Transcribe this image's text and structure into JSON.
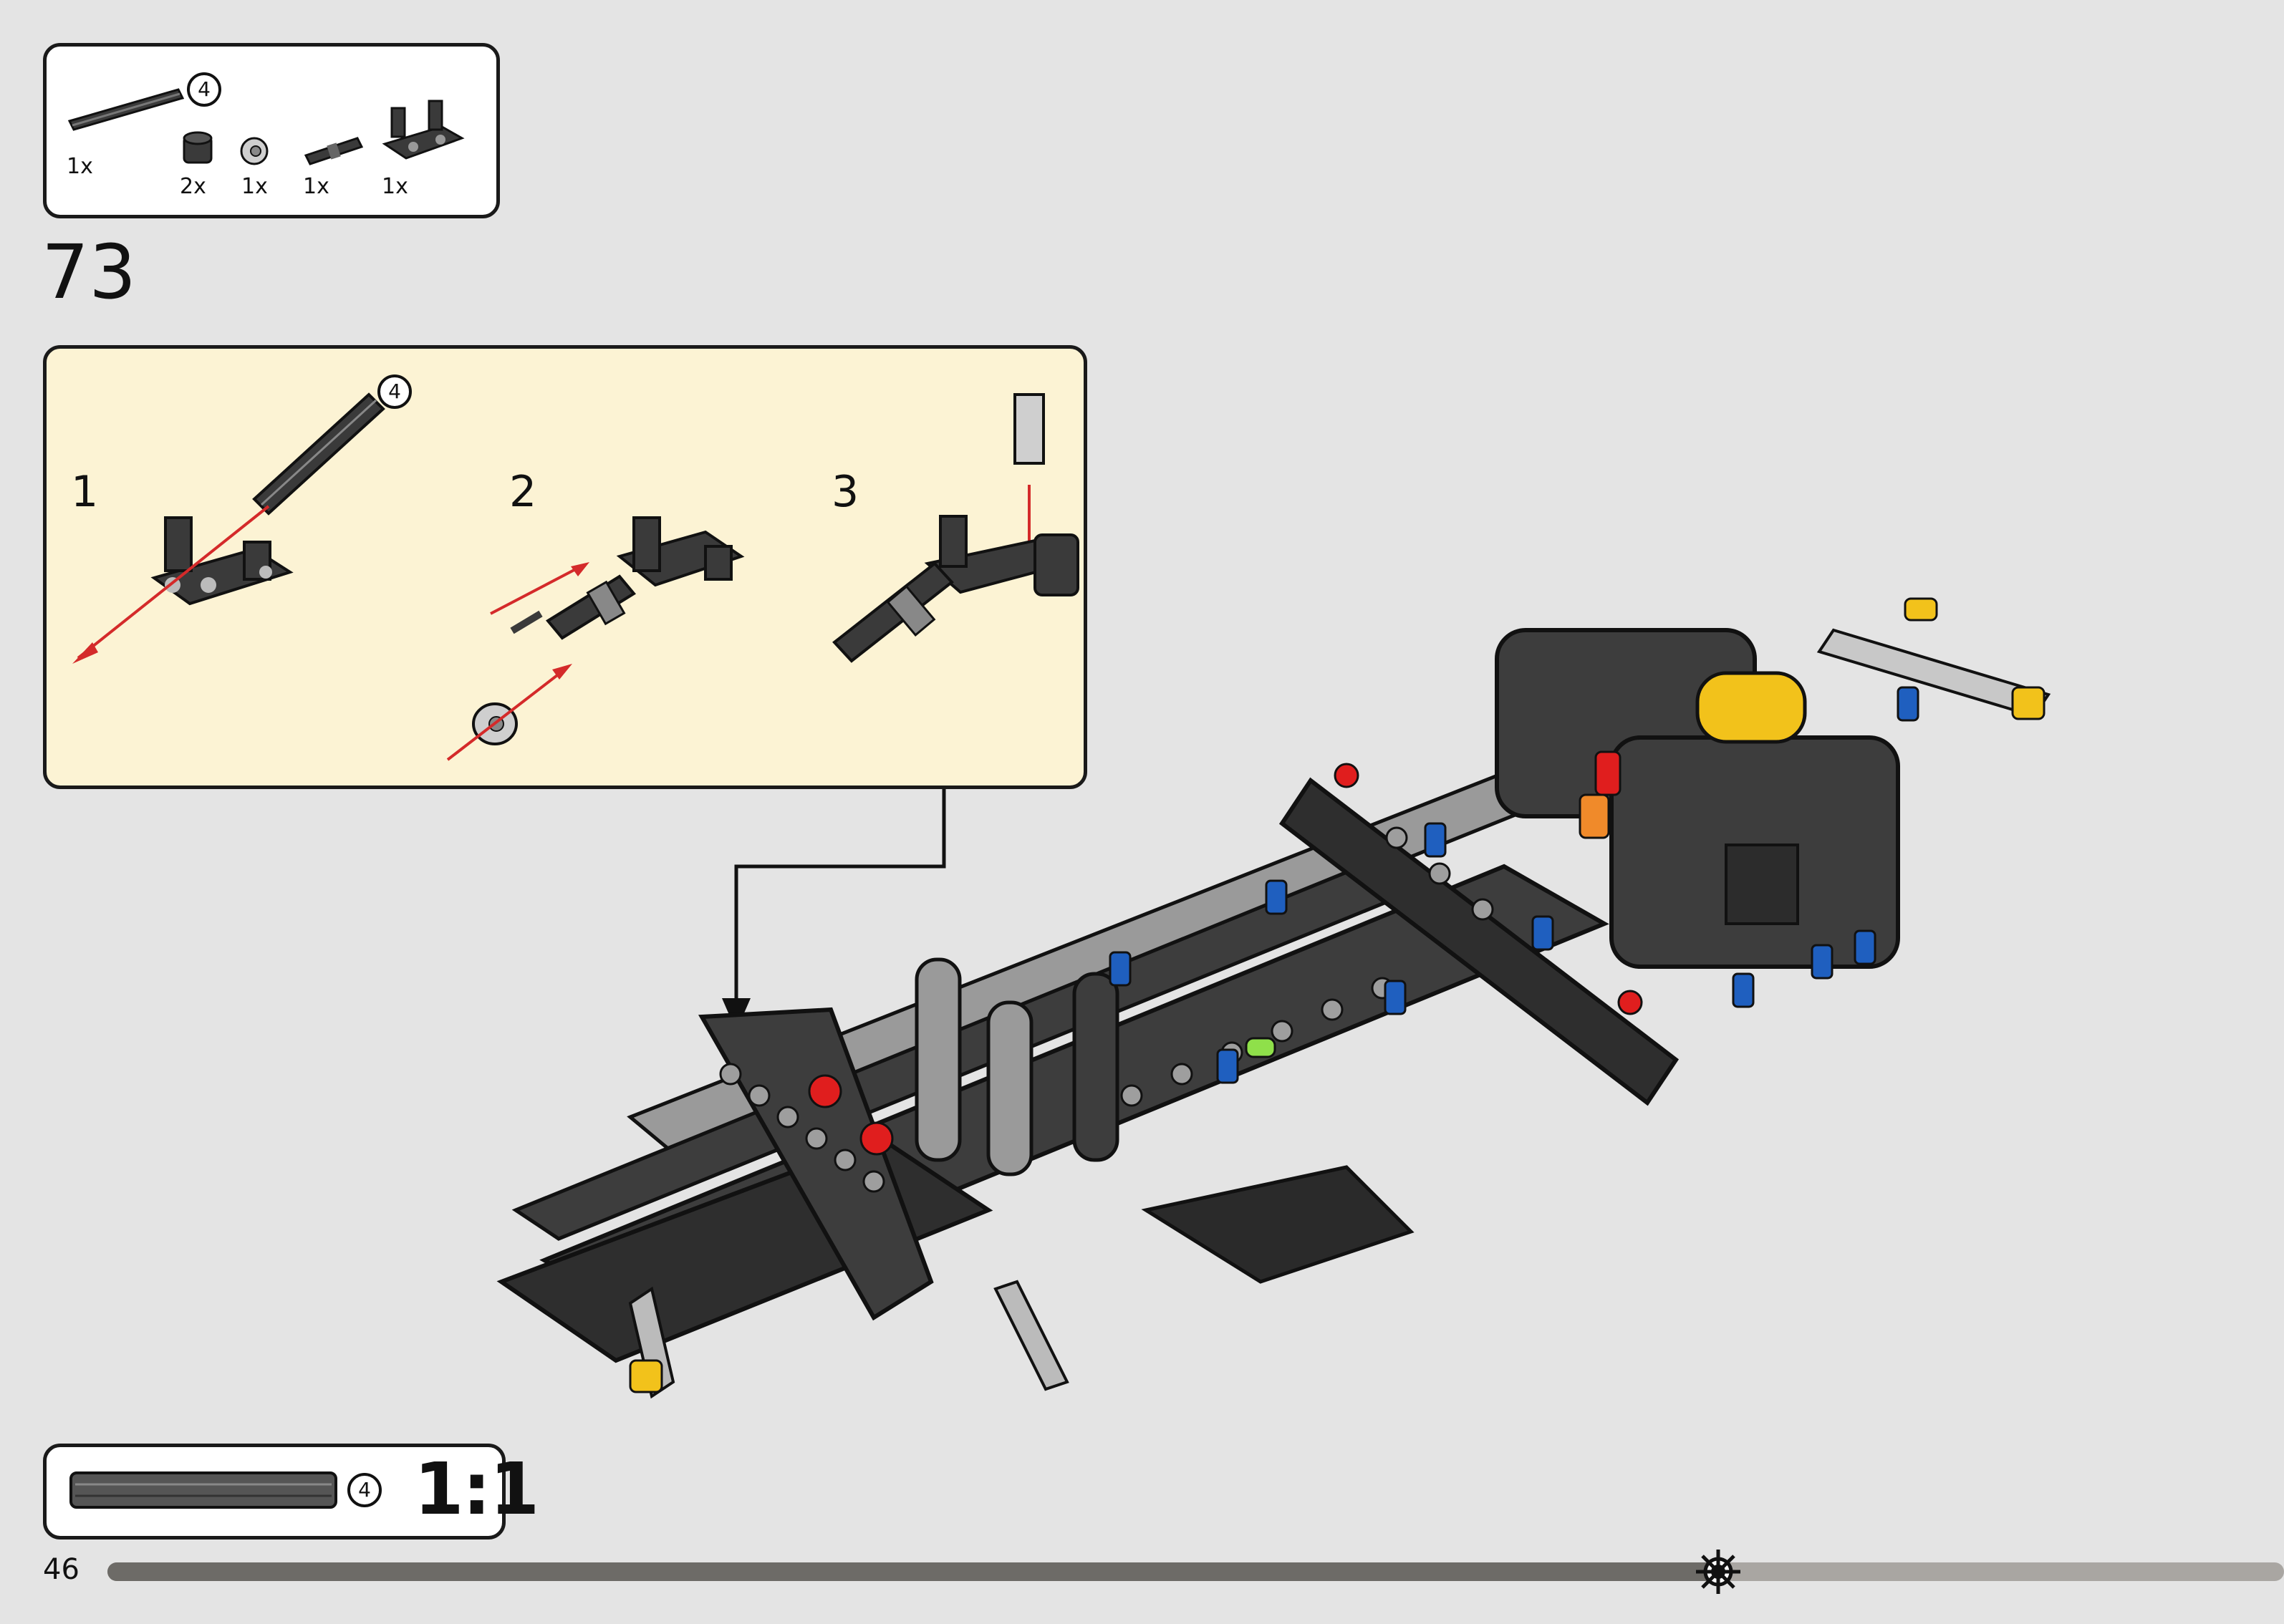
{
  "parts_list": {
    "items": [
      {
        "icon": "axle-4-icon",
        "qty": "1x",
        "size": "4"
      },
      {
        "icon": "bush-icon",
        "qty": "2x"
      },
      {
        "icon": "half-bush-icon",
        "qty": "1x"
      },
      {
        "icon": "axle-pin-icon",
        "qty": "1x"
      },
      {
        "icon": "double-pin-beam-icon",
        "qty": "1x"
      }
    ]
  },
  "step": {
    "number": "73"
  },
  "substeps": [
    {
      "number": "1",
      "axle_size": "4"
    },
    {
      "number": "2"
    },
    {
      "number": "3"
    }
  ],
  "scale_reference": {
    "size": "4",
    "ratio": "1:1"
  },
  "footer": {
    "page_number": "46",
    "progress": 0.74
  },
  "colors": {
    "background": "#e4e4e4",
    "callout_background": "#fcf3d4",
    "arrow_red": "#d42a2a",
    "part_dark": "#3a3a3a",
    "accent_blue": "#1f5fbf",
    "accent_red": "#e01e1e",
    "accent_yellow": "#f2c21b"
  }
}
